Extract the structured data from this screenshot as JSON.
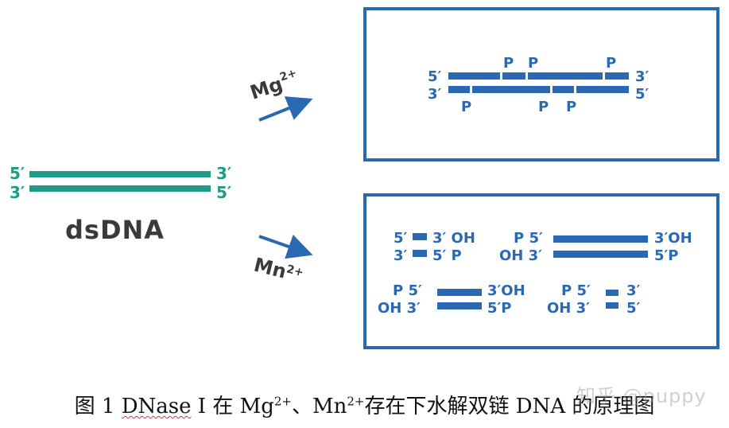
{
  "colors": {
    "teal": "#1f9a86",
    "blue": "#2a69b2",
    "gray": "#3a3a3a"
  },
  "substrate": {
    "top_left": "5′",
    "top_right": "3′",
    "bottom_left": "3′",
    "bottom_right": "5′",
    "name": "dsDNA"
  },
  "arrows": {
    "mg_label": "Mg",
    "mg_charge": "2+",
    "mn_label": "Mn",
    "mn_charge": "2+"
  },
  "mg_product": {
    "top_left": "5′",
    "top_right": "3′",
    "bottom_left": "3′",
    "bottom_right": "5′",
    "top_p": [
      "P",
      "P",
      "P"
    ],
    "bottom_p": [
      "P",
      "P",
      "P"
    ]
  },
  "mn_products": {
    "f1": {
      "tl": "5′",
      "tr": "3′ OH",
      "bl": "3′",
      "br": "5′ P"
    },
    "f2": {
      "tl": "P 5′",
      "tr": "3′OH",
      "bl": "OH 3′",
      "br": "5′P"
    },
    "f3": {
      "tl": "P 5′",
      "tr": "3′OH",
      "bl": "OH 3′",
      "br": "5′P"
    },
    "f4": {
      "tl": "P 5′",
      "tr": "3′",
      "bl": "OH 3′",
      "br": "5′"
    }
  },
  "caption": {
    "prefix": "图 1 ",
    "dnase": "DNase",
    "mid1": " I 在 Mg",
    "sup1": "2+",
    "mid2": "、Mn",
    "sup2": "2+",
    "suffix": "存在下水解双链 DNA 的原理图"
  },
  "watermark": "知乎 @puppy"
}
